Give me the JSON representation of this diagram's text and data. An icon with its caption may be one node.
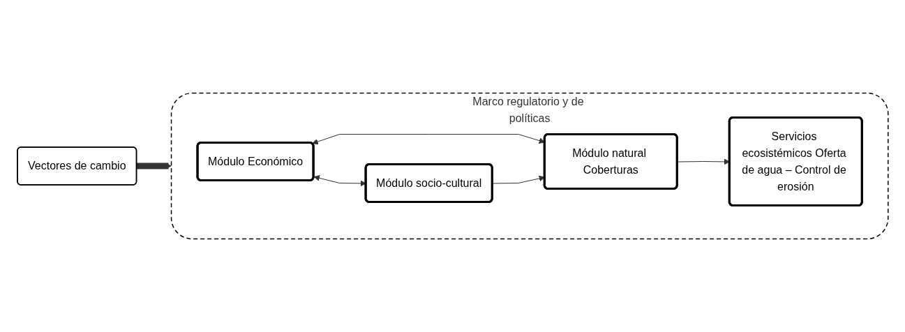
{
  "diagram": {
    "nodes": [
      {
        "text": [
          "Vectores de cambio"
        ]
      },
      {
        "text": [
          "Marco regulatorio y de políticas"
        ]
      },
      {
        "text": [
          "Módulo Económico"
        ],
        "in": 1
      },
      {
        "text": [
          "Módulo natural Coberturas"
        ],
        "in": 1
      },
      {
        "text": [
          "Módulo socio-cultural"
        ],
        "in": 1
      },
      {
        "text": [
          "Servicios ecosistémicos Oferta de agua – Control de erosión"
        ],
        "in": 1
      }
    ],
    "edges": [
      {
        "from": 0,
        "to": 1,
        "arrow": "to",
        "style": "thick"
      },
      {
        "from": 2,
        "to": 3,
        "arrow": "both"
      },
      {
        "from": 2,
        "to": 4,
        "arrow": "both"
      },
      {
        "from": 4,
        "to": 3,
        "arrow": "to"
      },
      {
        "from": 3,
        "to": 5,
        "arrow": "to"
      }
    ]
  }
}
